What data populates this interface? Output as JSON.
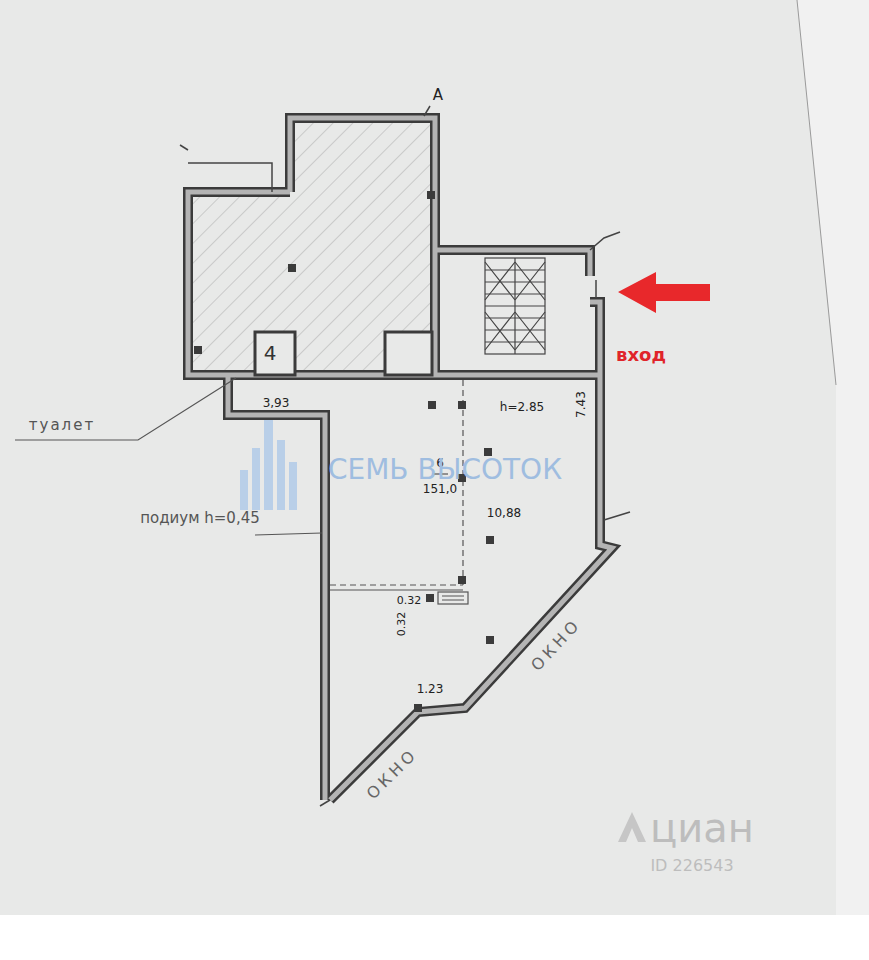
{
  "diagram": {
    "labels": [
      "А",
      "4",
      "туалет",
      "3,93",
      "h=2.85",
      "7.43",
      "6",
      "151,0",
      "10,88",
      "подиум h=0,45",
      "0.32",
      "0.32",
      "1.23",
      "ОКНО",
      "ОКНО",
      "вход",
      "СЕМЬ ВЫСОТОК",
      "циан",
      "ID 226543"
    ]
  }
}
